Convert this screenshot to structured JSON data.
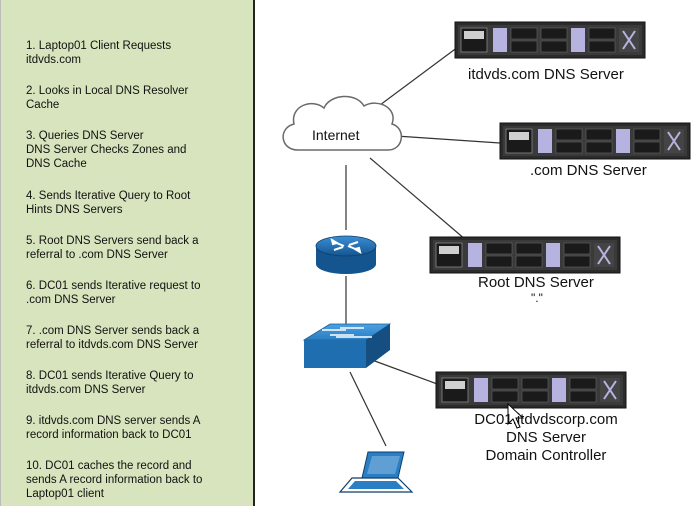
{
  "steps": [
    "1.  Laptop01 Client Requests\nitdvds.com",
    "2.  Looks in Local DNS Resolver\nCache",
    "3.  Queries DNS Server\nDNS Server Checks Zones and\nDNS Cache",
    "4.  Sends Iterative Query to Root\nHints DNS Servers",
    "5.  Root DNS Servers send back a\nreferral to .com DNS Server",
    "6. DC01 sends Iterative request to\n.com DNS Server",
    "7.  .com DNS Server sends back a\nreferral to itdvds.com DNS Server",
    "8.  DC01 sends Iterative Query to\nitdvds.com DNS Server",
    "9.  itdvds.com DNS server sends A\nrecord information back to DC01",
    "10.  DC01 caches the record and\nsends A record information back to\nLaptop01 client"
  ],
  "diagram": {
    "internet_label": "Internet",
    "servers": {
      "itdvds": {
        "label": "itdvds.com DNS Server"
      },
      "com": {
        "label": ".com DNS Server"
      },
      "root": {
        "label": "Root DNS Server",
        "sublabel": "\".\""
      },
      "dc01": {
        "label_lines": [
          "DC01.itdvdscorp.com",
          "DNS Server",
          "Domain Controller"
        ]
      }
    }
  },
  "colors": {
    "panel_bg": "#d7e4bd",
    "router": "#1f6fb3",
    "switch": "#2a7fc4",
    "server_body": "#2b2b2b",
    "server_accent": "#b7b3e0"
  },
  "icons": [
    "cloud-icon",
    "router-icon",
    "switch-icon",
    "server-icon",
    "laptop-icon"
  ]
}
